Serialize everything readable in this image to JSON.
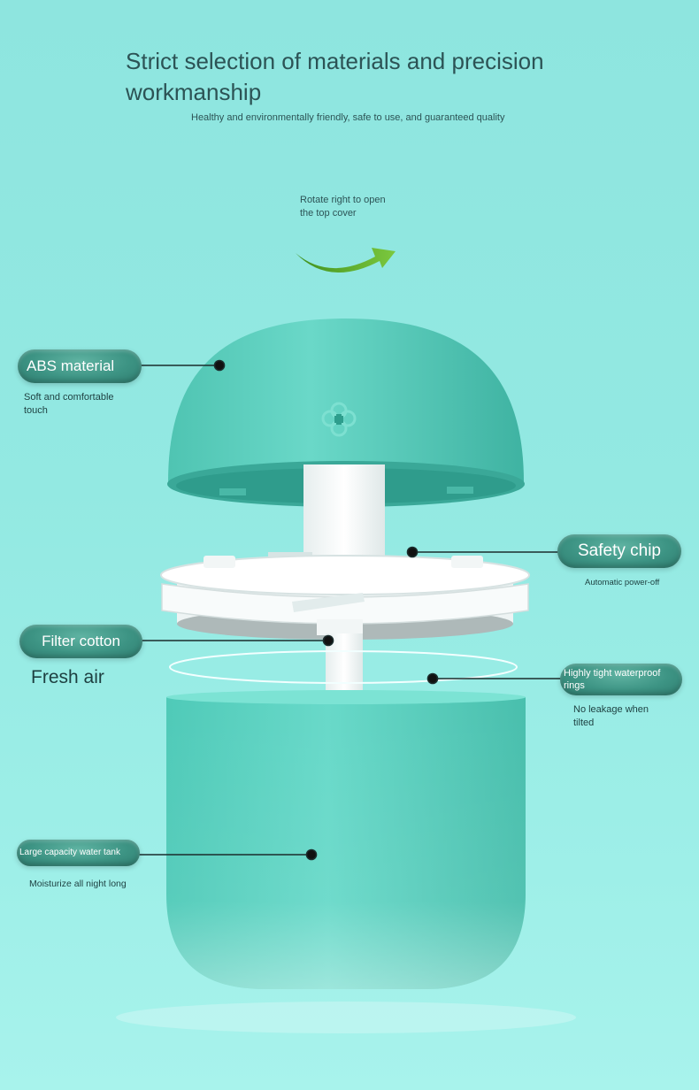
{
  "header": {
    "title": "Strict selection of materials and precision workmanship",
    "subtitle": "Healthy and environmentally friendly, safe to use, and guaranteed quality"
  },
  "rotate_note": "Rotate right to open the top cover",
  "callouts": {
    "abs": {
      "label": "ABS material",
      "note": "Soft and comfortable touch"
    },
    "safety": {
      "label": "Safety chip",
      "note": "Automatic power-off"
    },
    "filter": {
      "label": "Filter cotton",
      "note": "Fresh air"
    },
    "ring": {
      "label": "Highly tight waterproof rings",
      "note": "No leakage when tilted"
    },
    "tank": {
      "label": "Large capacity water tank",
      "note": "Moisturize all night long"
    }
  },
  "colors": {
    "background": "#93e9e2",
    "product_teal": "#5fd3c2",
    "pill": "#3d9484",
    "arrow": "#5aa82a"
  },
  "icons": {
    "arrow": "curved-arrow-right-icon",
    "button": "clover-power-icon"
  }
}
